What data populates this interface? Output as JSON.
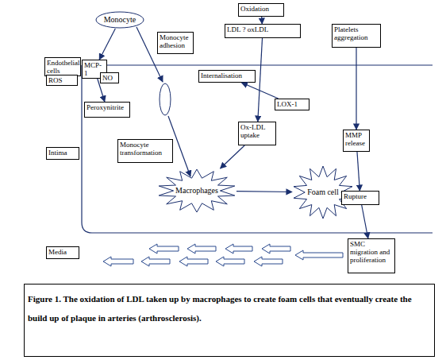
{
  "diagram": {
    "caption": "Figure 1. The oxidation of LDL taken up by macrophages to create foam cells that eventually create the build up of plaque in arteries (arthrosclerosis).",
    "nodes": [
      {
        "text": [
          "Monocyte"
        ]
      },
      {
        "text": [
          "Oxidation"
        ]
      },
      {
        "text": [
          "LDL ? oxLDL"
        ]
      },
      {
        "text": [
          "Platelets aggregation"
        ]
      },
      {
        "text": [
          "Monocyte adhesion"
        ]
      },
      {
        "text": [
          "Endothelial cells"
        ]
      },
      {
        "text": [
          "MCP-1"
        ]
      },
      {
        "text": [
          "ROS"
        ]
      },
      {
        "text": [
          "NO"
        ]
      },
      {
        "text": [
          "Internalisation"
        ]
      },
      {
        "text": [
          "LOX-1"
        ]
      },
      {
        "text": [
          "Peroxynitrite"
        ]
      },
      {
        "text": [
          "Ox-LDL uptake"
        ]
      },
      {
        "text": [
          "Monocyte transformation"
        ]
      },
      {
        "text": [
          "MMP release"
        ]
      },
      {
        "text": [
          "Intima"
        ]
      },
      {
        "text": [
          "Macrophages"
        ]
      },
      {
        "text": [
          "Foam cell"
        ]
      },
      {
        "text": [
          "Rupture"
        ]
      },
      {
        "text": [
          "Media"
        ]
      },
      {
        "text": [
          "SMC migration and proliferation"
        ]
      }
    ],
    "edges": [
      {
        "from": 0,
        "to": 6,
        "arrow": "to"
      },
      {
        "from": 1,
        "to": 2,
        "arrow": "to"
      },
      {
        "from": 2,
        "to": 12,
        "arrow": "to"
      },
      {
        "from": 6,
        "to": 11,
        "arrow": "to"
      },
      {
        "from": 10,
        "to": 9,
        "arrow": "to"
      },
      {
        "from": 12,
        "to": 16,
        "arrow": "to"
      },
      {
        "from": 16,
        "to": 17,
        "arrow": "to"
      },
      {
        "from": 3,
        "to": 14,
        "arrow": "to"
      },
      {
        "from": 14,
        "to": 18,
        "arrow": "to"
      },
      {
        "from": 18,
        "to": 20,
        "arrow": "to"
      }
    ]
  }
}
